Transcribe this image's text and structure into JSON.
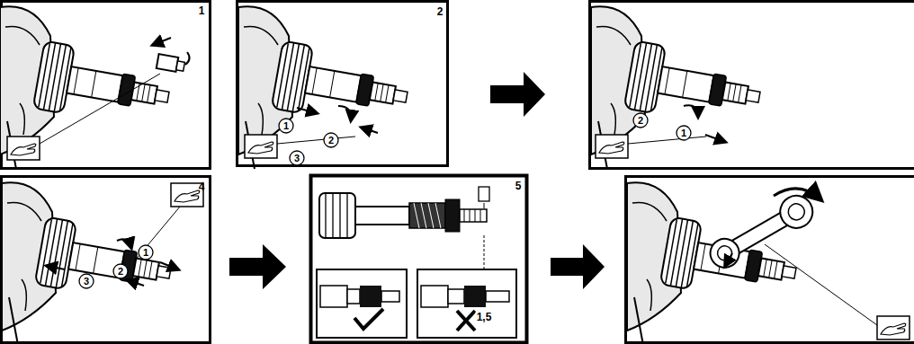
{
  "diagram": {
    "labels": [
      "1",
      "2",
      "1",
      "2",
      "3",
      "2",
      "1",
      "4",
      "1",
      "2",
      "3",
      "5",
      "1,5"
    ]
  }
}
